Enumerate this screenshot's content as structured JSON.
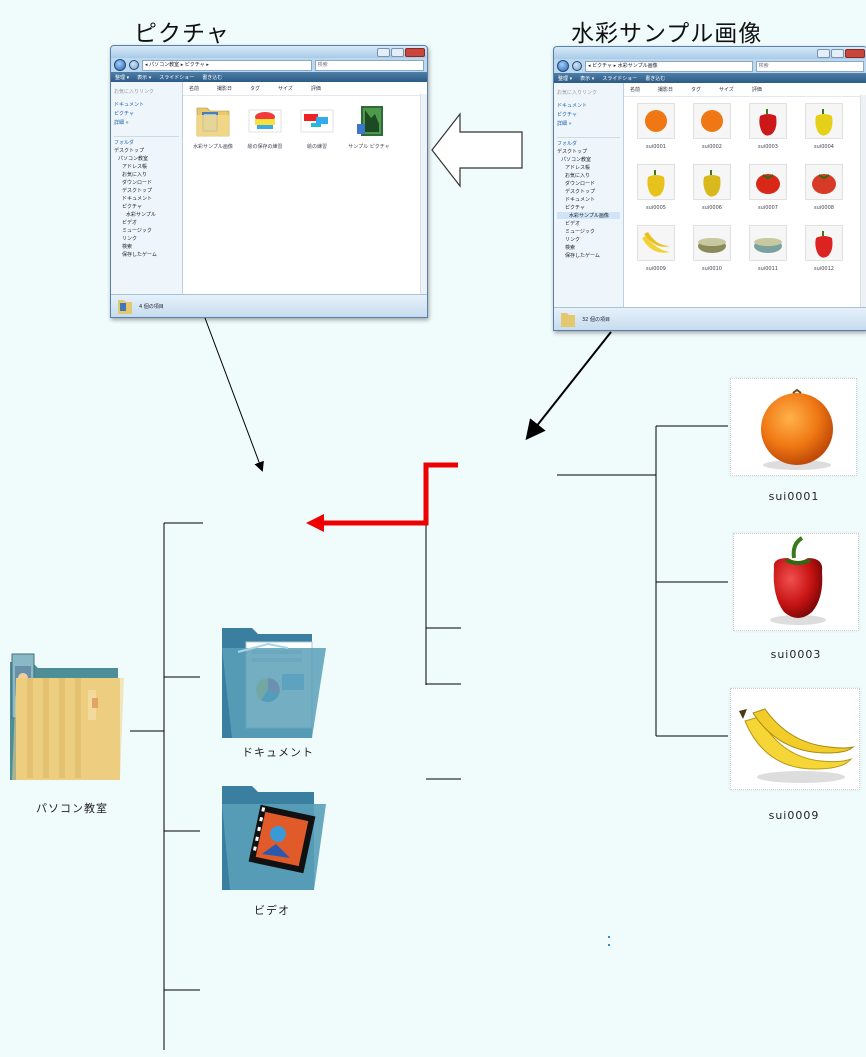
{
  "captions": {
    "left": "ピクチャ",
    "right": "水彩サンプル画像"
  },
  "window_pictures": {
    "address": "◂ パソコン教室 ▸ ピクチャ ▸",
    "search_placeholder": "検索",
    "toolbar": [
      "整理 ▾",
      "表示 ▾",
      "スライドショー",
      "書き込む"
    ],
    "nav_header": "お気に入りリンク",
    "nav_links": [
      "ドキュメント",
      "ピクチャ",
      "詳細 »"
    ],
    "folders_label": "フォルダ",
    "tree": [
      "デスクトップ",
      "パソコン教室",
      "アドレス帳",
      "お気に入り",
      "ダウンロード",
      "デスクトップ",
      "ドキュメント",
      "ピクチャ",
      "水彩サンプル",
      "ビデオ",
      "ミュージック",
      "リンク",
      "検索",
      "保存したゲーム"
    ],
    "columns": [
      "名前",
      "撮影日",
      "タグ",
      "サイズ",
      "評価"
    ],
    "items": [
      "水彩サンプル画像",
      "絵の保存の練習",
      "絵の練習",
      "サンプル ピクチャ"
    ],
    "status": "4 個の項目"
  },
  "window_watercolor": {
    "address": "◂ ピクチャ ▸ 水彩サンプル画像",
    "search_placeholder": "検索",
    "toolbar": [
      "整理 ▾",
      "表示 ▾",
      "スライドショー",
      "書き込む"
    ],
    "nav_header": "お気に入りリンク",
    "nav_links": [
      "ドキュメント",
      "ピクチャ",
      "詳細 »"
    ],
    "folders_label": "フォルダ",
    "tree": [
      "デスクトップ",
      "パソコン教室",
      "アドレス帳",
      "お気に入り",
      "ダウンロード",
      "デスクトップ",
      "ドキュメント",
      "ピクチャ",
      "水彩サンプル画像",
      "ビデオ",
      "ミュージック",
      "リンク",
      "検索",
      "保存したゲーム"
    ],
    "columns": [
      "名前",
      "撮影日",
      "タグ",
      "サイズ",
      "評価"
    ],
    "items": [
      "sui0001",
      "sui0002",
      "sui0003",
      "sui0004",
      "sui0005",
      "sui0006",
      "sui0007",
      "sui0008",
      "sui0009",
      "sui0010",
      "sui0011",
      "sui0012"
    ],
    "status": "32 個の項目"
  },
  "diagram": {
    "root_label": "パソコン教室",
    "documents_label": "ドキュメント",
    "video_label": "ビデオ",
    "photo_labels": [
      "sui0001",
      "sui0003",
      "sui0009"
    ],
    "colors": {
      "red_arrow": "#ee0000",
      "line": "#000000",
      "background": "#f0fcfc"
    }
  }
}
